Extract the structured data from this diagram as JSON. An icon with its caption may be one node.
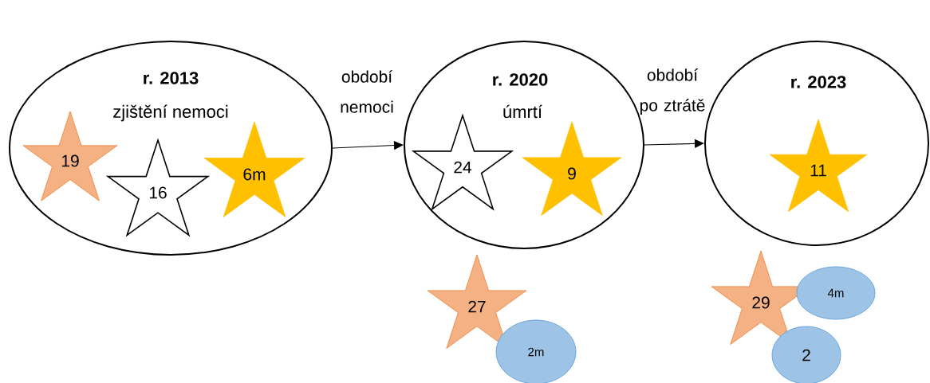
{
  "diagram": {
    "nodes": [
      {
        "text": [
          "r. 2013",
          "zjištění nemoci"
        ]
      },
      {
        "text": [
          "19"
        ],
        "in": 0
      },
      {
        "text": [
          "16"
        ],
        "in": 0
      },
      {
        "text": [
          "6m"
        ],
        "in": 0
      },
      {
        "text": [
          "r. 2020",
          "úmrtí"
        ]
      },
      {
        "text": [
          "24"
        ],
        "in": 4
      },
      {
        "text": [
          "9"
        ],
        "in": 4
      },
      {
        "text": [
          "r. 2023"
        ]
      },
      {
        "text": [
          "11"
        ],
        "in": 7
      },
      {
        "text": [
          "27"
        ]
      },
      {
        "text": [
          "2m"
        ]
      },
      {
        "text": [
          "29"
        ]
      },
      {
        "text": [
          "4m"
        ]
      },
      {
        "text": [
          "2"
        ]
      }
    ],
    "edges": [
      {
        "from": 0,
        "to": 4,
        "arrow": "to",
        "label": "období nemoci"
      },
      {
        "from": 4,
        "to": 7,
        "arrow": "to",
        "label": "období po ztrátě"
      }
    ]
  }
}
